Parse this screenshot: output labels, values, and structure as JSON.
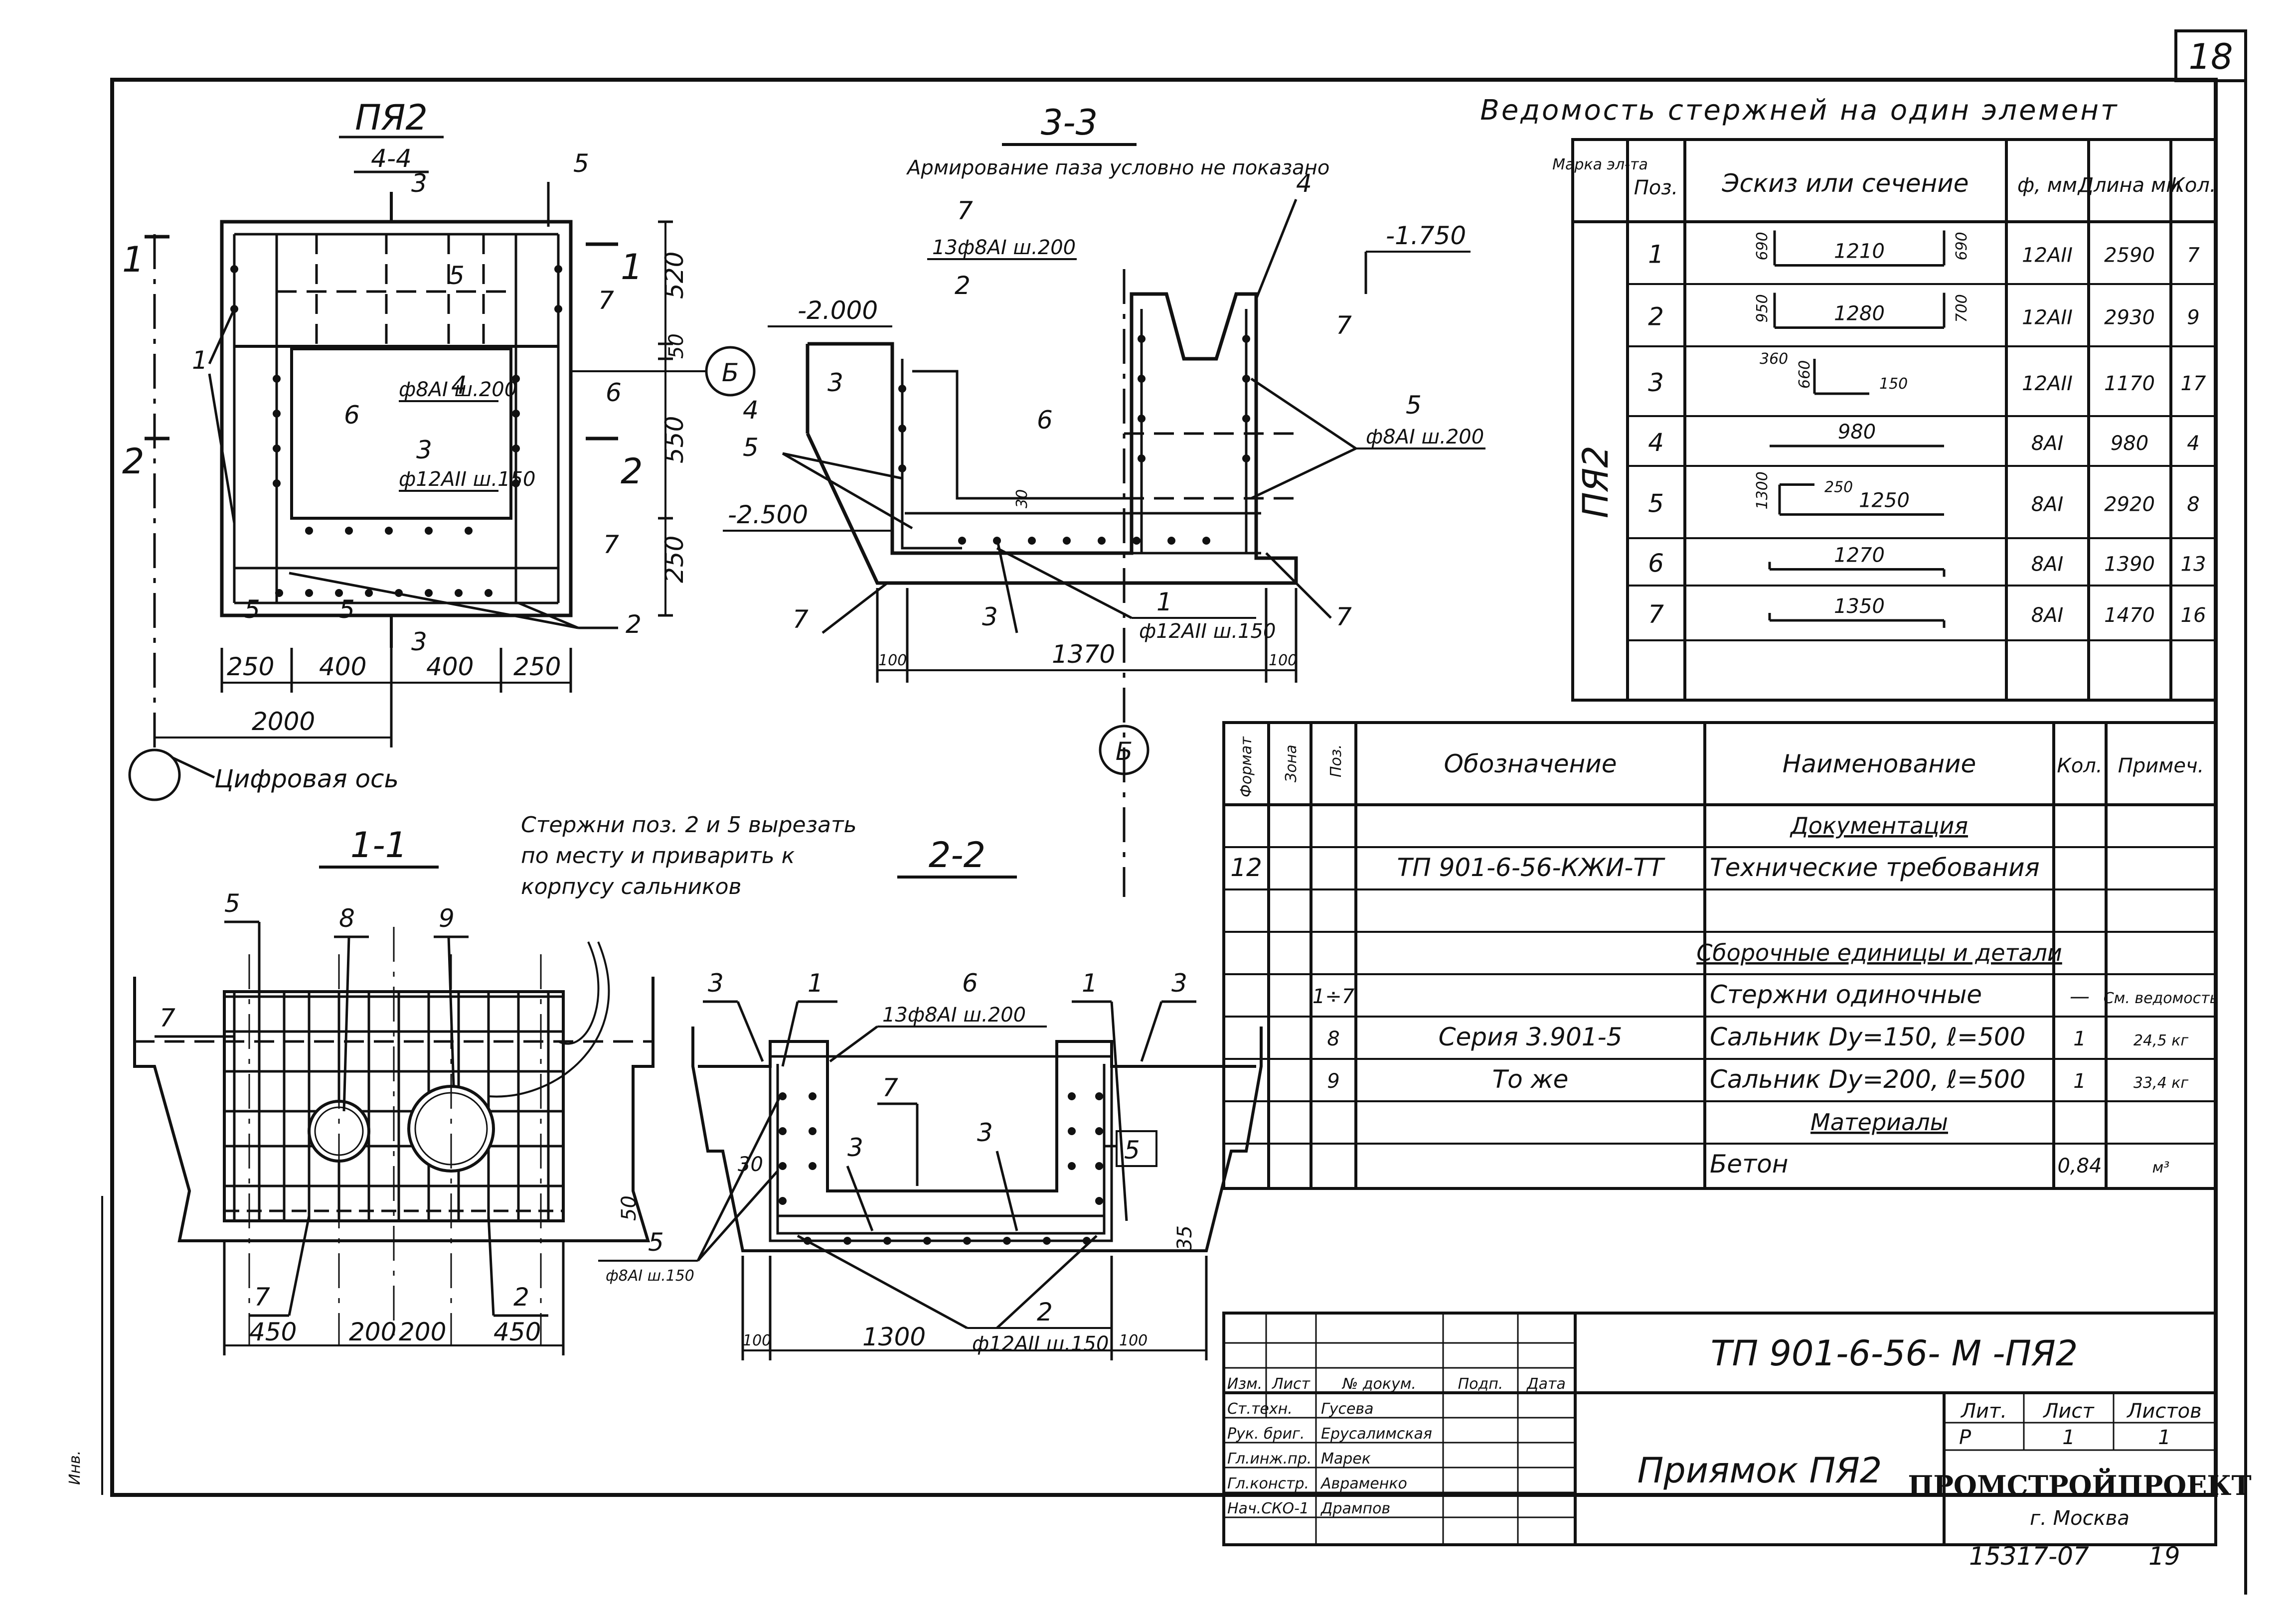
{
  "sheet": {
    "page_number": "18",
    "bottom_code": "15317-07",
    "bottom_page": "19",
    "side_label": "Инв."
  },
  "plan": {
    "title": "ПЯ2",
    "subtitle": "4-4",
    "marks": [
      "5",
      "5",
      "1",
      "1",
      "6",
      "6",
      "3",
      "4",
      "7",
      "7",
      "7",
      "2",
      "5",
      "5",
      "2"
    ],
    "dims_right": [
      "520",
      "50",
      "550",
      "250"
    ],
    "dims_bottom": [
      "250",
      "400",
      "400",
      "250"
    ],
    "dim_total": "2000",
    "labels": {
      "rebar4": "ф8АI ш.200",
      "rebar3": "ф12АII ш.150",
      "axis_b": "Б",
      "cut3": "3",
      "cut1": "1",
      "cut2": "2"
    },
    "axis_note": "Цифровая ось"
  },
  "section33": {
    "title": "3-3",
    "note": "Армирование паза условно не показано",
    "callout7": "13ф8АI ш.200",
    "levels": [
      "-2.000",
      "-2.500",
      "-1.750"
    ],
    "marks": [
      "7",
      "2",
      "3",
      "5",
      "4",
      "7",
      "5",
      "6",
      "30",
      "7",
      "3",
      "7",
      "1",
      "4"
    ],
    "rebar5": "ф8АI ш.200",
    "rebar1": "ф12АII ш.150",
    "dims": [
      "100",
      "1370",
      "100"
    ],
    "axis_b": "Б"
  },
  "section11": {
    "title": "1-1",
    "note": "Стержни поз. 2 и 5 вырезать по месту и приварить к корпусу сальников",
    "marks": [
      "5",
      "8",
      "9",
      "7",
      "7",
      "2"
    ],
    "dims": [
      "450",
      "200",
      "200",
      "450"
    ],
    "dim_side": "50"
  },
  "section22": {
    "title": "2-2",
    "callout6": "13ф8АI ш.200",
    "marks": [
      "3",
      "1",
      "6",
      "1",
      "3",
      "7",
      "3",
      "3",
      "5",
      "30",
      "5",
      "2",
      "35"
    ],
    "rebar5": "ф8АI ш.150",
    "rebar2": "ф12АII ш.150",
    "dims": [
      "100",
      "1300",
      "100"
    ]
  },
  "rebar_table": {
    "title": "Ведомость стержней на один элемент",
    "headers": [
      "Марка эл-та",
      "Поз.",
      "Эскиз или сечение",
      "ф, мм",
      "Длина мм",
      "Кол."
    ],
    "element": "ПЯ2",
    "rows": [
      {
        "pos": "1",
        "sketch": "1210",
        "s1": "690",
        "s2": "690",
        "dia": "12АII",
        "len": "2590",
        "qty": "7"
      },
      {
        "pos": "2",
        "sketch": "1280",
        "s1": "950",
        "s2": "700",
        "dia": "12АII",
        "len": "2930",
        "qty": "9"
      },
      {
        "pos": "3",
        "sketch": "150",
        "s1": "360",
        "s2": "660",
        "dia": "12АII",
        "len": "1170",
        "qty": "17"
      },
      {
        "pos": "4",
        "sketch": "980",
        "s1": "",
        "s2": "",
        "dia": "8АI",
        "len": "980",
        "qty": "4"
      },
      {
        "pos": "5",
        "sketch": "1250",
        "s1": "1300",
        "s2": "250",
        "dia": "8АI",
        "len": "2920",
        "qty": "8"
      },
      {
        "pos": "6",
        "sketch": "1270",
        "s1": "",
        "s2": "",
        "dia": "8АI",
        "len": "1390",
        "qty": "13"
      },
      {
        "pos": "7",
        "sketch": "1350",
        "s1": "",
        "s2": "",
        "dia": "8АI",
        "len": "1470",
        "qty": "16"
      }
    ]
  },
  "spec_table": {
    "headers": [
      "Формат",
      "Зона",
      "Поз.",
      "Обозначение",
      "Наименование",
      "Кол.",
      "Примеч."
    ],
    "rows": [
      {
        "fmt": "",
        "zone": "",
        "pos": "",
        "des": "",
        "name": "Документация",
        "qty": "",
        "note": "",
        "section": true
      },
      {
        "fmt": "12",
        "zone": "",
        "pos": "",
        "des": "ТП 901-6-56-КЖИ-ТТ",
        "name": "Технические требования",
        "qty": "",
        "note": ""
      },
      {
        "fmt": "",
        "zone": "",
        "pos": "",
        "des": "",
        "name": "",
        "qty": "",
        "note": ""
      },
      {
        "fmt": "",
        "zone": "",
        "pos": "",
        "des": "",
        "name": "Сборочные единицы и детали",
        "qty": "",
        "note": "",
        "section": true
      },
      {
        "fmt": "",
        "zone": "",
        "pos": "1÷7",
        "des": "",
        "name": "Стержни одиночные",
        "qty": "—",
        "note": "См. ведомость"
      },
      {
        "fmt": "",
        "zone": "",
        "pos": "8",
        "des": "Серия 3.901-5",
        "name": "Сальник Dу=150, ℓ=500",
        "qty": "1",
        "note": "24,5 кг"
      },
      {
        "fmt": "",
        "zone": "",
        "pos": "9",
        "des": "То же",
        "name": "Сальник Dу=200, ℓ=500",
        "qty": "1",
        "note": "33,4 кг"
      },
      {
        "fmt": "",
        "zone": "",
        "pos": "",
        "des": "",
        "name": "Материалы",
        "qty": "",
        "note": "",
        "section": true
      },
      {
        "fmt": "",
        "zone": "",
        "pos": "",
        "des": "",
        "name": "Бетон",
        "qty": "0,84",
        "note": "м³"
      }
    ]
  },
  "title_block": {
    "code": "ТП 901-6-56- М -ПЯ2",
    "name": "Приямок ПЯ2",
    "org": "ПРОМСТРОЙПРОЕКТ",
    "city": "г. Москва",
    "col_heads": [
      "Изм.",
      "Лист",
      "№ докум.",
      "Подп.",
      "Дата"
    ],
    "staff": [
      {
        "role": "Ст.техн.",
        "name": "Гусева"
      },
      {
        "role": "Рук. бриг.",
        "name": "Ерусалимская"
      },
      {
        "role": "Гл.инж.пр.",
        "name": "Марек"
      },
      {
        "role": "Гл.констр.",
        "name": "Авраменко"
      },
      {
        "role": "Нач.СКО-1",
        "name": "Дрампов"
      }
    ],
    "lit_heads": [
      "Лит.",
      "Лист",
      "Листов"
    ],
    "lit_vals": [
      "Р",
      "1",
      "1"
    ]
  }
}
